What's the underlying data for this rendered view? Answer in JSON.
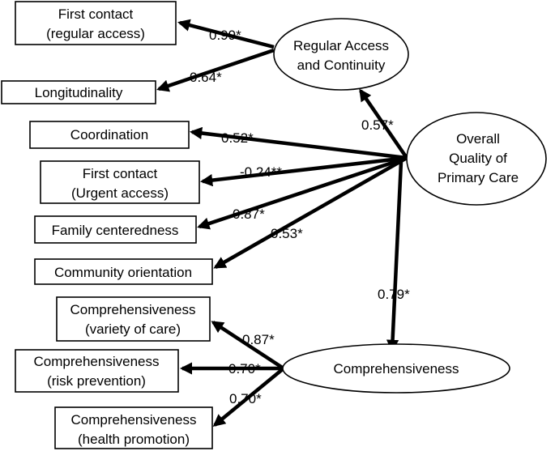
{
  "latent": {
    "regular_access": [
      "Regular Access",
      "and Continuity"
    ],
    "overall_quality": [
      "Overall",
      "Quality of",
      "Primary Care"
    ],
    "comprehensiveness": "Comprehensiveness"
  },
  "indicators": {
    "first_contact_regular": [
      "First contact",
      "(regular access)"
    ],
    "longitudinality": "Longitudinality",
    "coordination": "Coordination",
    "first_contact_urgent": [
      "First contact",
      "(Urgent access)"
    ],
    "family_centeredness": "Family centeredness",
    "community_orientation": "Community orientation",
    "comp_variety": [
      "Comprehensiveness",
      "(variety of care)"
    ],
    "comp_risk": [
      "Comprehensiveness",
      "(risk prevention)"
    ],
    "comp_health": [
      "Comprehensiveness",
      "(health promotion)"
    ]
  },
  "coefficients": {
    "first_contact_regular": "0.99*",
    "longitudinality": "0.64*",
    "regular_access": "0.57*",
    "coordination": "0.52*",
    "first_contact_urgent": "-0.24**",
    "family_centeredness": "0.87*",
    "community_orientation": "0.53*",
    "comprehensiveness": "0.79*",
    "comp_variety": "0.87*",
    "comp_risk": "0.70*",
    "comp_health": "0.70*"
  },
  "colors": {
    "stroke": "#000000",
    "background": "#ffffff"
  }
}
